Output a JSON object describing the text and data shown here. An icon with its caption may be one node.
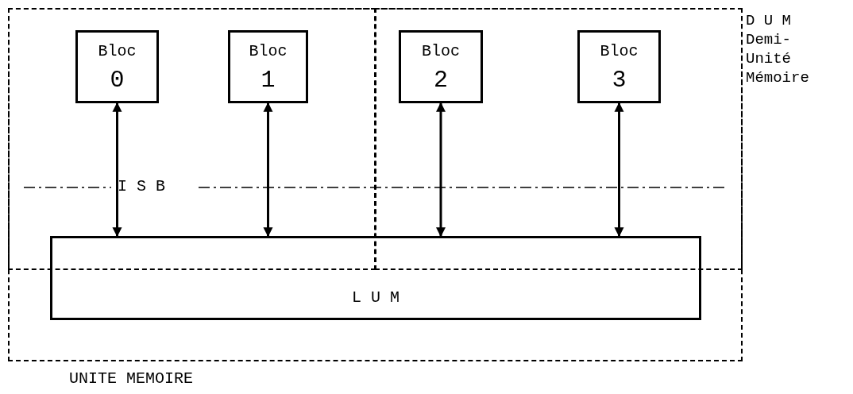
{
  "diagram": {
    "nodes": [
      {
        "text": [
          "UNITE MEMOIRE"
        ]
      },
      {
        "text": [],
        "shape": "box",
        "in": 0
      },
      {
        "text": [
          "D U M",
          "Demi-Unité Mémoire"
        ],
        "in": 0
      },
      {
        "text": [
          "Bloc",
          "0"
        ],
        "in": 1
      },
      {
        "text": [
          "Bloc",
          "1"
        ],
        "in": 1
      },
      {
        "text": [
          "Bloc",
          "2"
        ],
        "in": 2
      },
      {
        "text": [
          "Bloc",
          "3"
        ],
        "in": 2
      },
      {
        "text": [
          "L U M"
        ],
        "in": 0
      }
    ],
    "edges": [
      {
        "from": 3,
        "to": 7,
        "arrow": "both"
      },
      {
        "from": 4,
        "to": 7,
        "arrow": "both"
      },
      {
        "from": 5,
        "to": 7,
        "arrow": "both"
      },
      {
        "from": 6,
        "to": 7,
        "arrow": "both"
      }
    ],
    "labels": [
      "I S B"
    ]
  }
}
